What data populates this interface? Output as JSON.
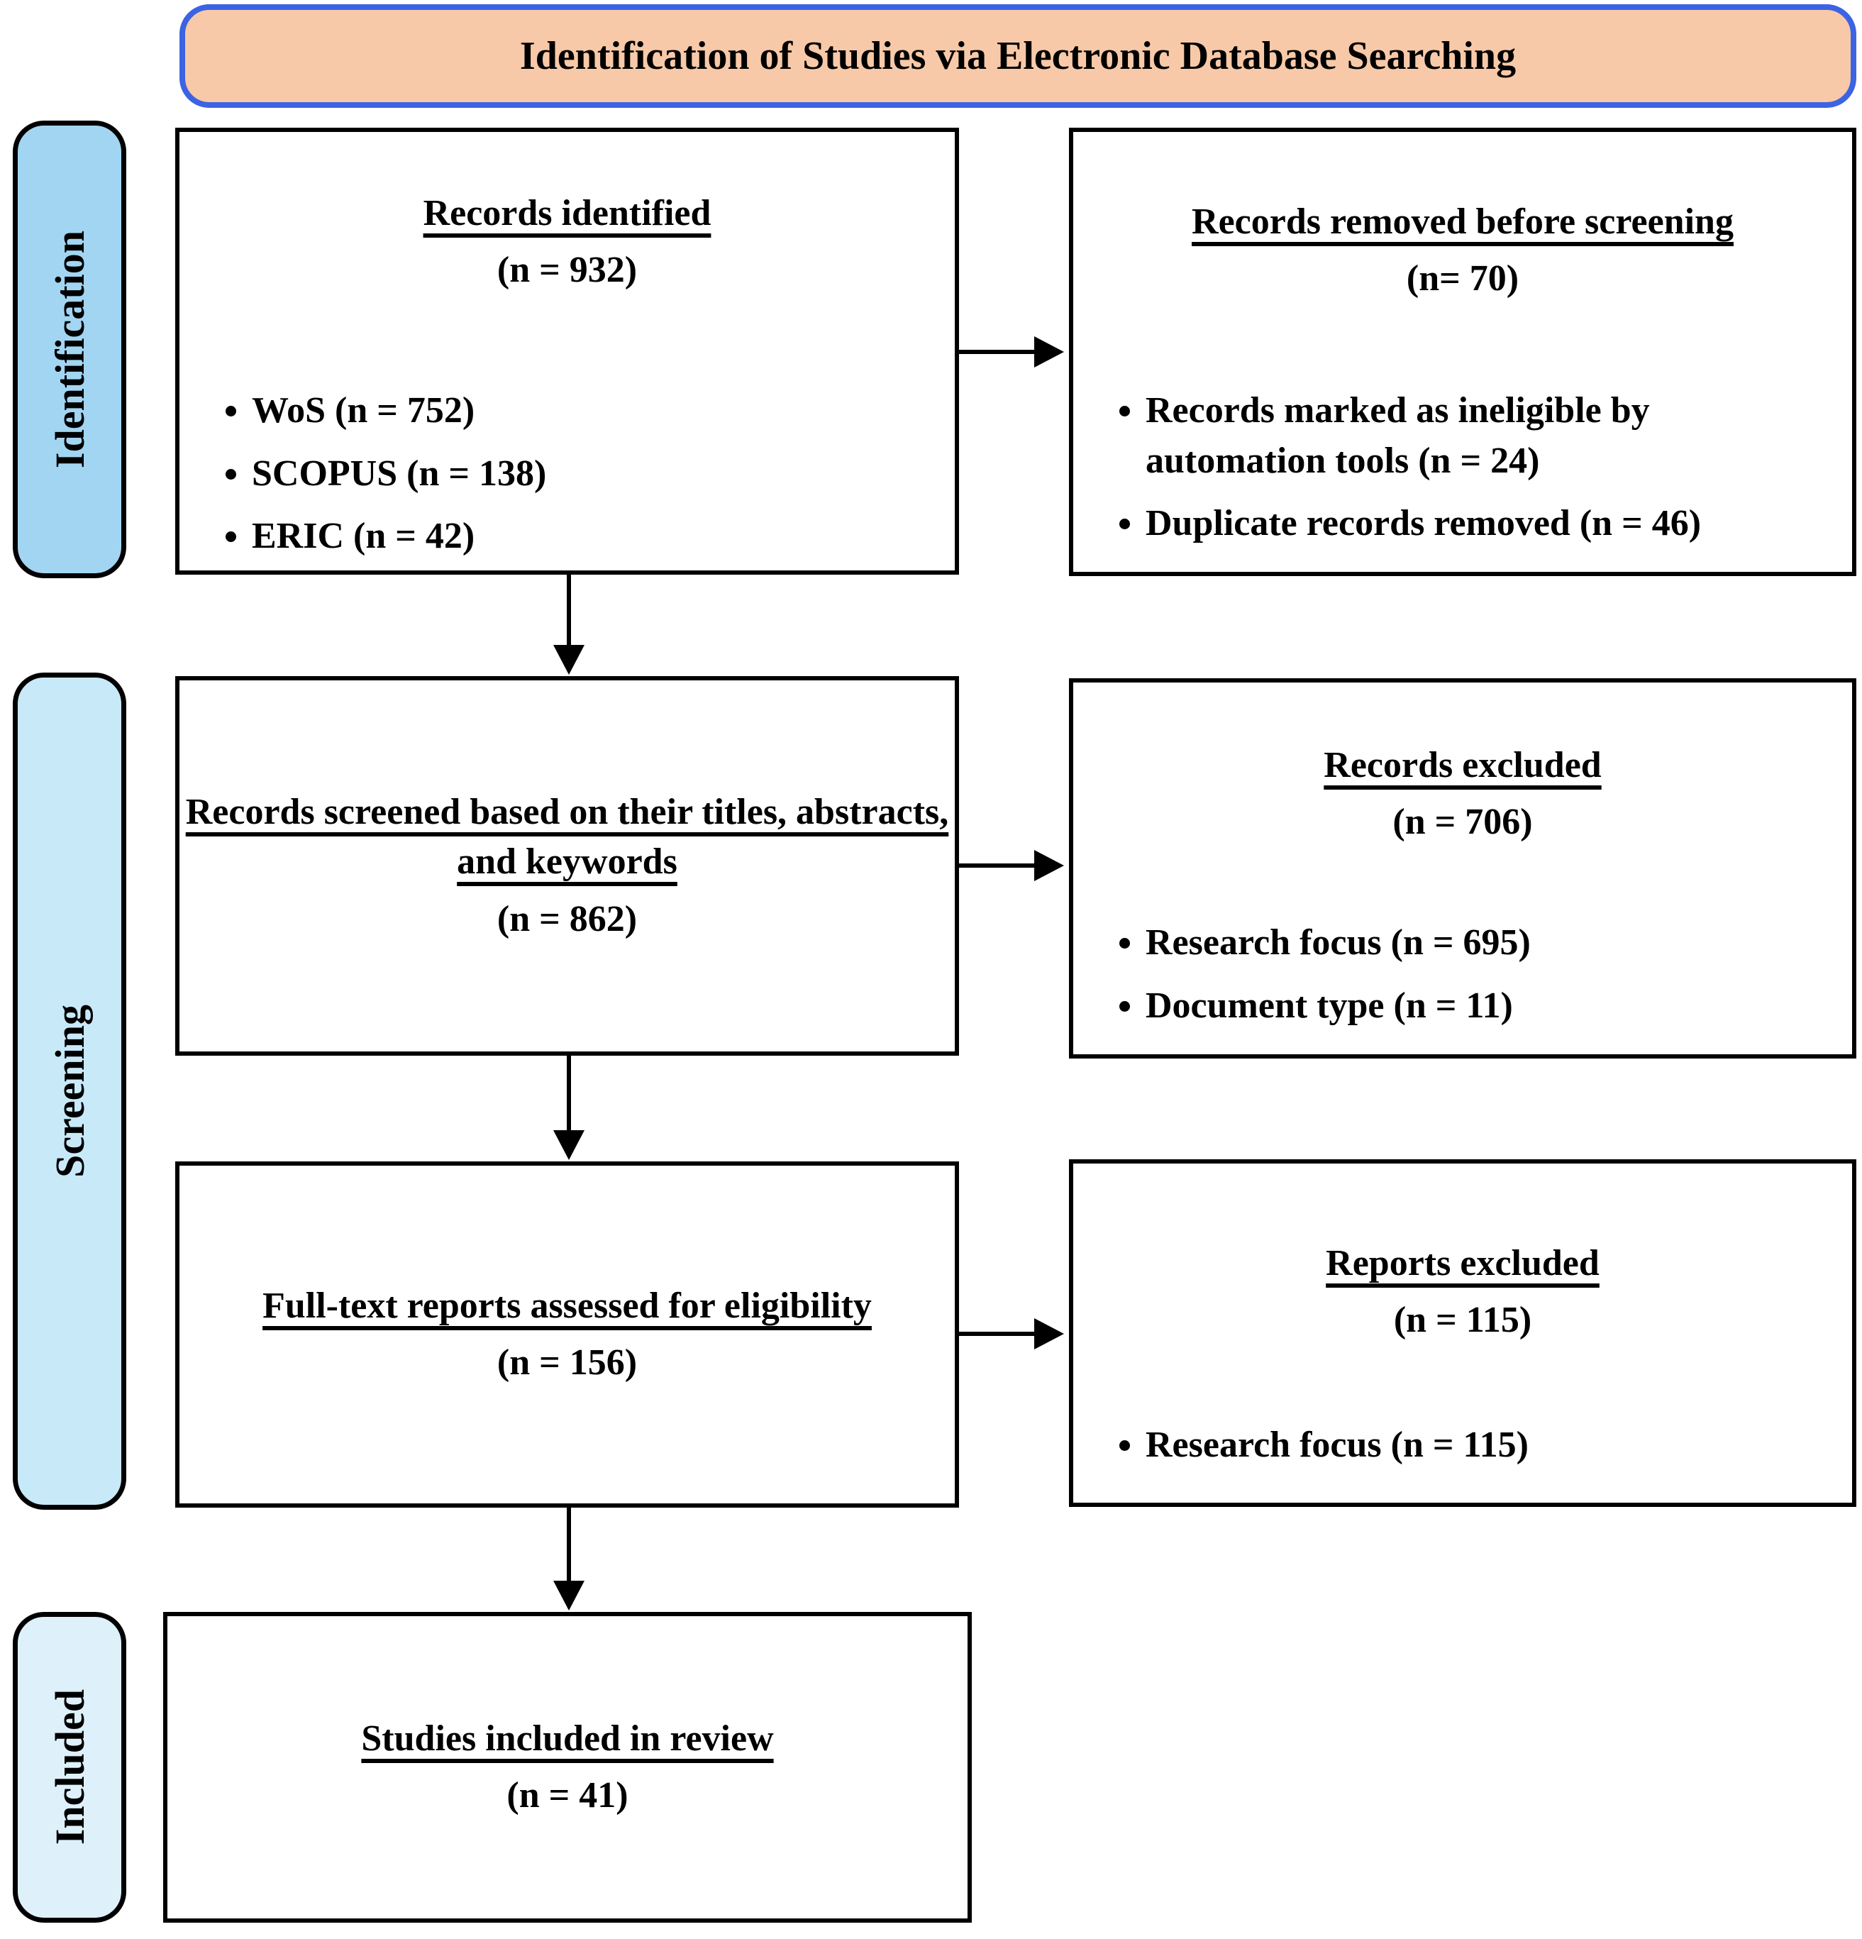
{
  "banner": {
    "title": "Identification of Studies via Electronic Database Searching"
  },
  "sidebar": {
    "identification": "Identification",
    "screening": "Screening",
    "included": "Included"
  },
  "boxes": {
    "records_identified": {
      "heading": "Records identified",
      "count": "(n = 932)",
      "bullets": [
        "WoS (n = 752)",
        "SCOPUS (n = 138)",
        "ERIC (n = 42)"
      ]
    },
    "records_removed": {
      "heading": "Records removed before screening",
      "count": "(n= 70)",
      "bullets": [
        "Records marked as ineligible by automation tools (n = 24)",
        "Duplicate records removed  (n = 46)"
      ]
    },
    "records_screened": {
      "heading": "Records screened based on their titles, abstracts, and keywords",
      "count": "(n = 862)"
    },
    "records_excluded": {
      "heading": "Records excluded",
      "count": "(n = 706)",
      "bullets": [
        "Research focus (n = 695)",
        "Document type (n = 11)"
      ]
    },
    "fulltext_assessed": {
      "heading": "Full-text reports assessed for eligibility",
      "count": "(n = 156)"
    },
    "reports_excluded": {
      "heading": "Reports excluded",
      "count": "(n = 115)",
      "bullets": [
        "Research focus (n = 115)"
      ]
    },
    "studies_included": {
      "heading": "Studies included in review",
      "count": "(n = 41)"
    }
  },
  "colors": {
    "banner_fill": "#F8C9A8",
    "banner_border": "#3C63E3",
    "sidebar_identification_fill": "#A2D5F2",
    "sidebar_screening_fill": "#C8E9F8",
    "sidebar_included_fill": "#DEF0F9",
    "box_border": "#000000"
  }
}
